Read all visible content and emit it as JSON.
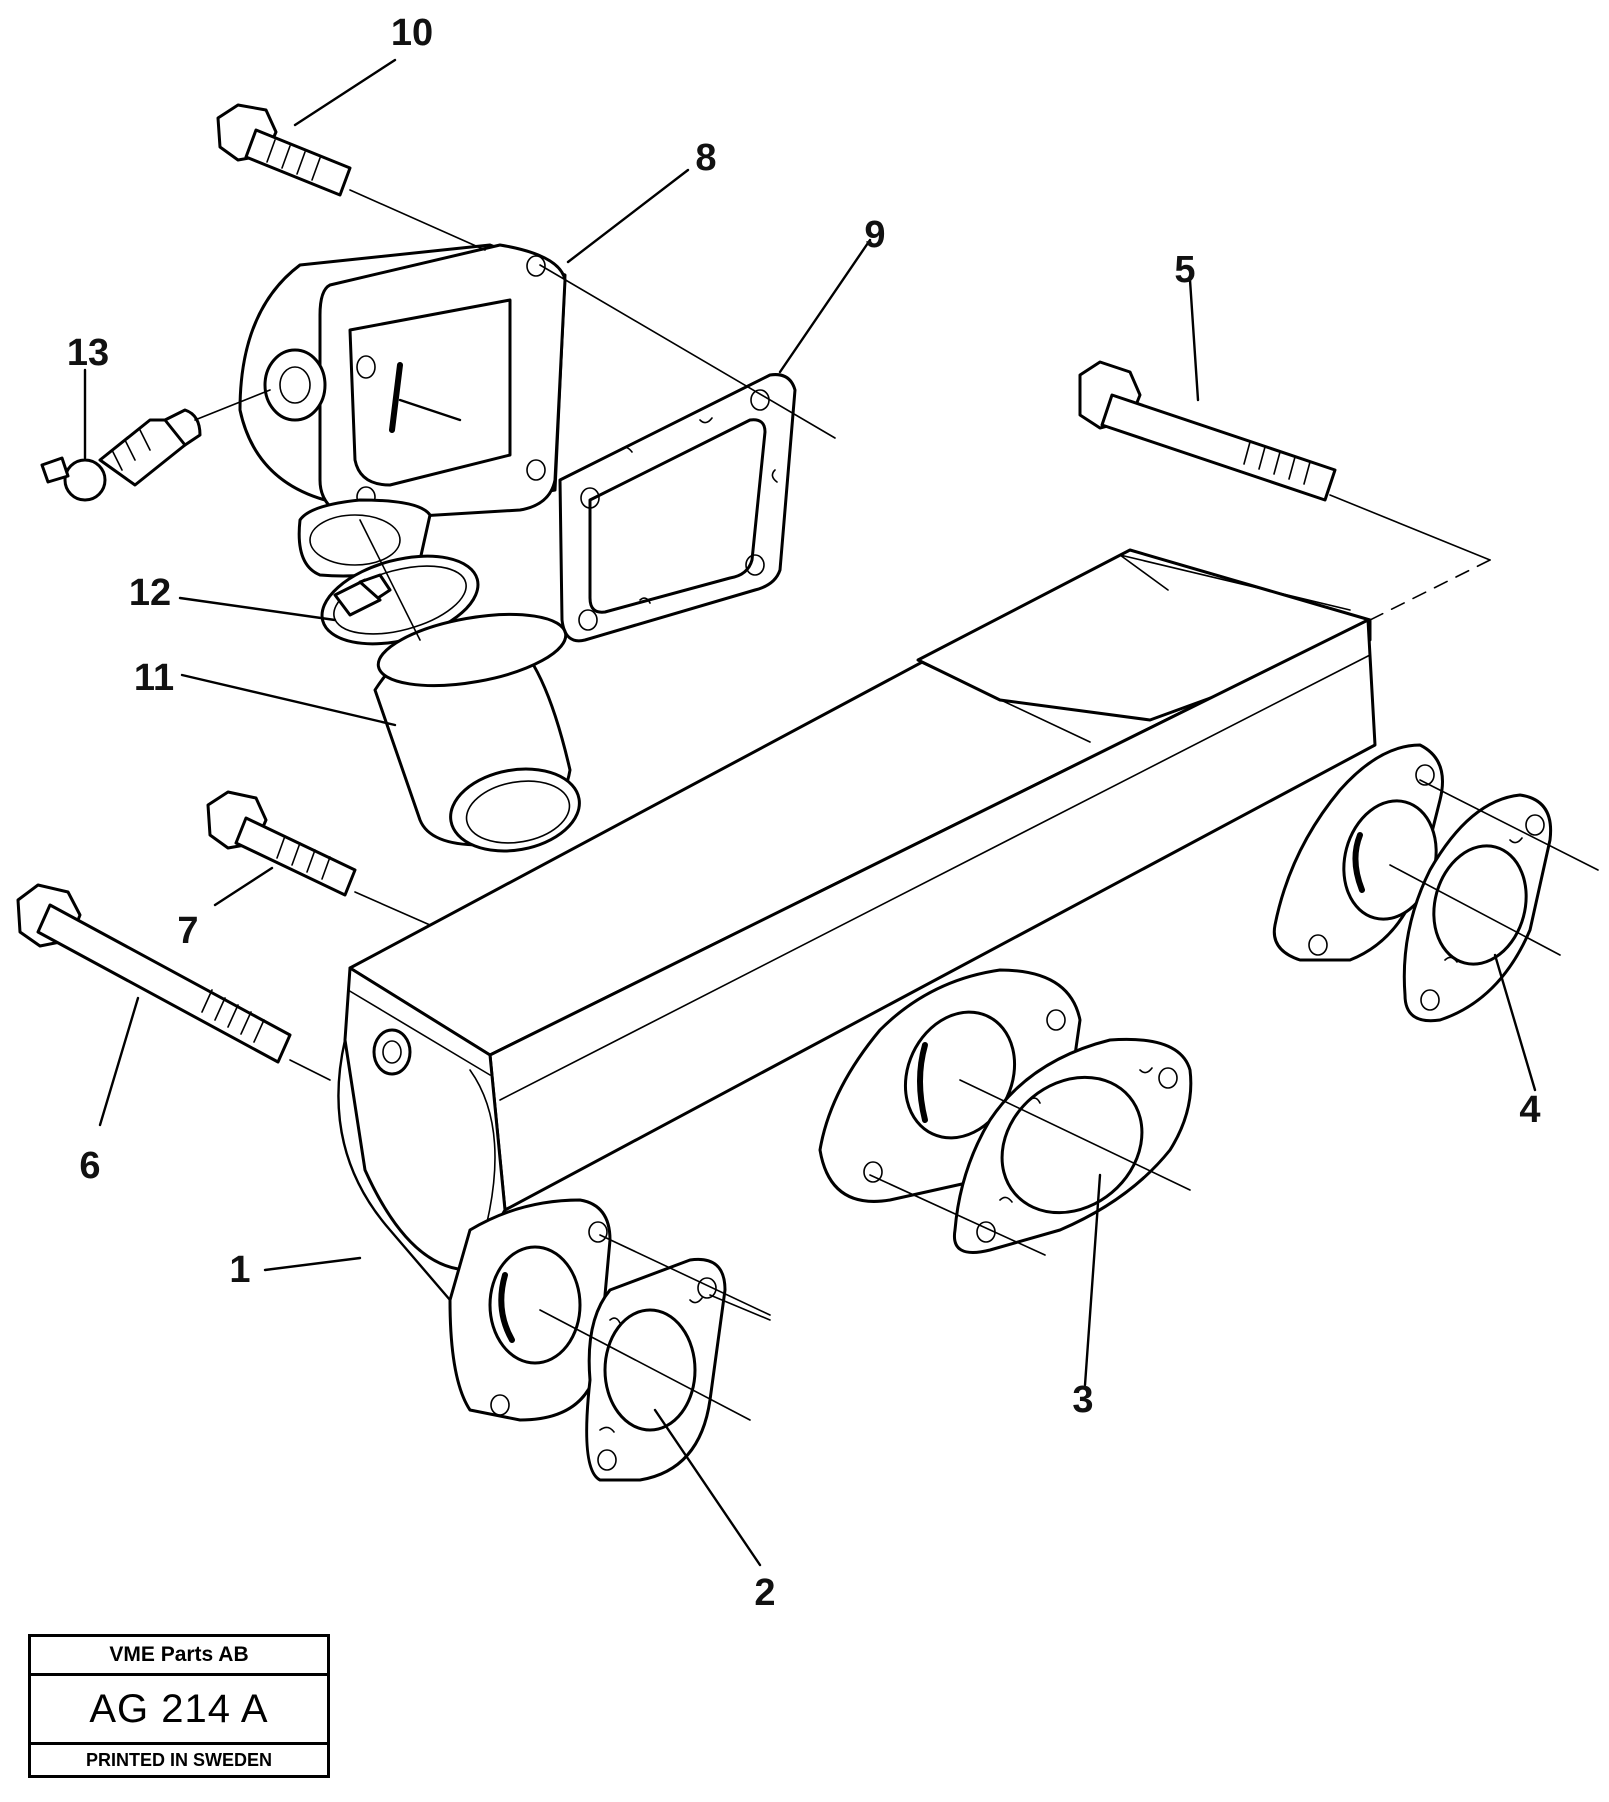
{
  "callouts": [
    {
      "id": "callout-1",
      "label": "1"
    },
    {
      "id": "callout-2",
      "label": "2"
    },
    {
      "id": "callout-3",
      "label": "3"
    },
    {
      "id": "callout-4",
      "label": "4"
    },
    {
      "id": "callout-5",
      "label": "5"
    },
    {
      "id": "callout-6",
      "label": "6"
    },
    {
      "id": "callout-7",
      "label": "7"
    },
    {
      "id": "callout-8",
      "label": "8"
    },
    {
      "id": "callout-9",
      "label": "9"
    },
    {
      "id": "callout-10",
      "label": "10"
    },
    {
      "id": "callout-11",
      "label": "11"
    },
    {
      "id": "callout-12",
      "label": "12"
    },
    {
      "id": "callout-13",
      "label": "13"
    }
  ],
  "title_block": {
    "company": "VME Parts AB",
    "drawing_code": "AG 214 A",
    "printed": "PRINTED IN SWEDEN"
  }
}
